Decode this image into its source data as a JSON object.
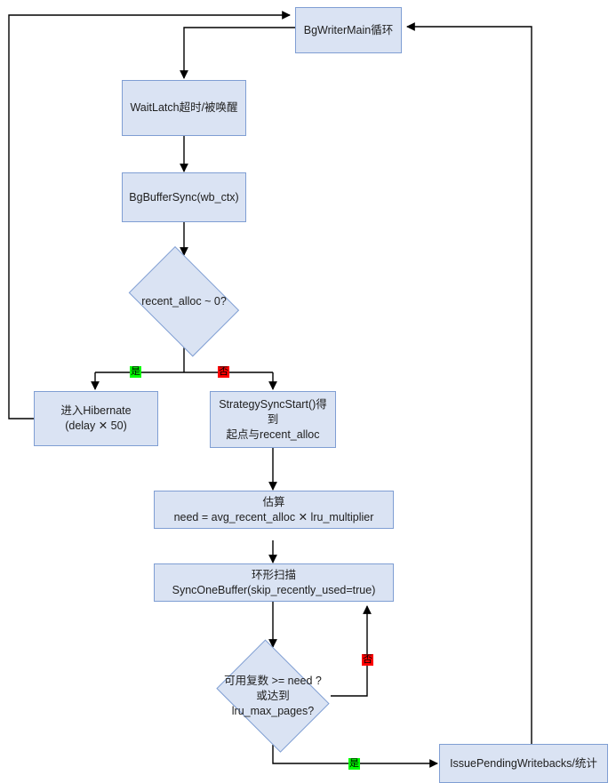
{
  "diagram": {
    "title": "BgWriter flow",
    "colors": {
      "node_fill": "#dae3f3",
      "node_border": "#7f9ed3",
      "edge": "#000000",
      "yes_label_bg": "#00ff00",
      "no_label_bg": "#ff0000",
      "background": "#ffffff"
    },
    "nodes": [
      {
        "id": "bgwritermain",
        "type": "process",
        "text": "BgWriterMain循环"
      },
      {
        "id": "waitlatch",
        "type": "process",
        "text": "WaitLatch超时/被唤醒"
      },
      {
        "id": "bgbuffersync",
        "type": "process",
        "text": "BgBufferSync(wb_ctx)"
      },
      {
        "id": "recentalloc",
        "type": "decision",
        "text": "recent_alloc ~ 0?"
      },
      {
        "id": "hibernate",
        "type": "process",
        "text": "进入Hibernate\n(delay ✕ 50)"
      },
      {
        "id": "strategysyncstart",
        "type": "process",
        "text": "StrategySyncStart()得到\n起点与recent_alloc"
      },
      {
        "id": "estimate",
        "type": "process",
        "text": "估算\nneed = avg_recent_alloc ✕ lru_multiplier"
      },
      {
        "id": "ringscan",
        "type": "process",
        "text": "环形扫描\nSyncOneBuffer(skip_recently_used=true)"
      },
      {
        "id": "enough",
        "type": "decision",
        "text": "可用复数 >= need ?\n或达到\nlru_max_pages?"
      },
      {
        "id": "writebacks",
        "type": "process",
        "text": "IssuePendingWritebacks/统计"
      }
    ],
    "edge_labels": [
      {
        "id": "recentalloc-yes",
        "text": "是",
        "kind": "yes"
      },
      {
        "id": "recentalloc-no",
        "text": "否",
        "kind": "no"
      },
      {
        "id": "enough-no",
        "text": "否",
        "kind": "no"
      },
      {
        "id": "enough-yes",
        "text": "是",
        "kind": "yes"
      }
    ]
  }
}
